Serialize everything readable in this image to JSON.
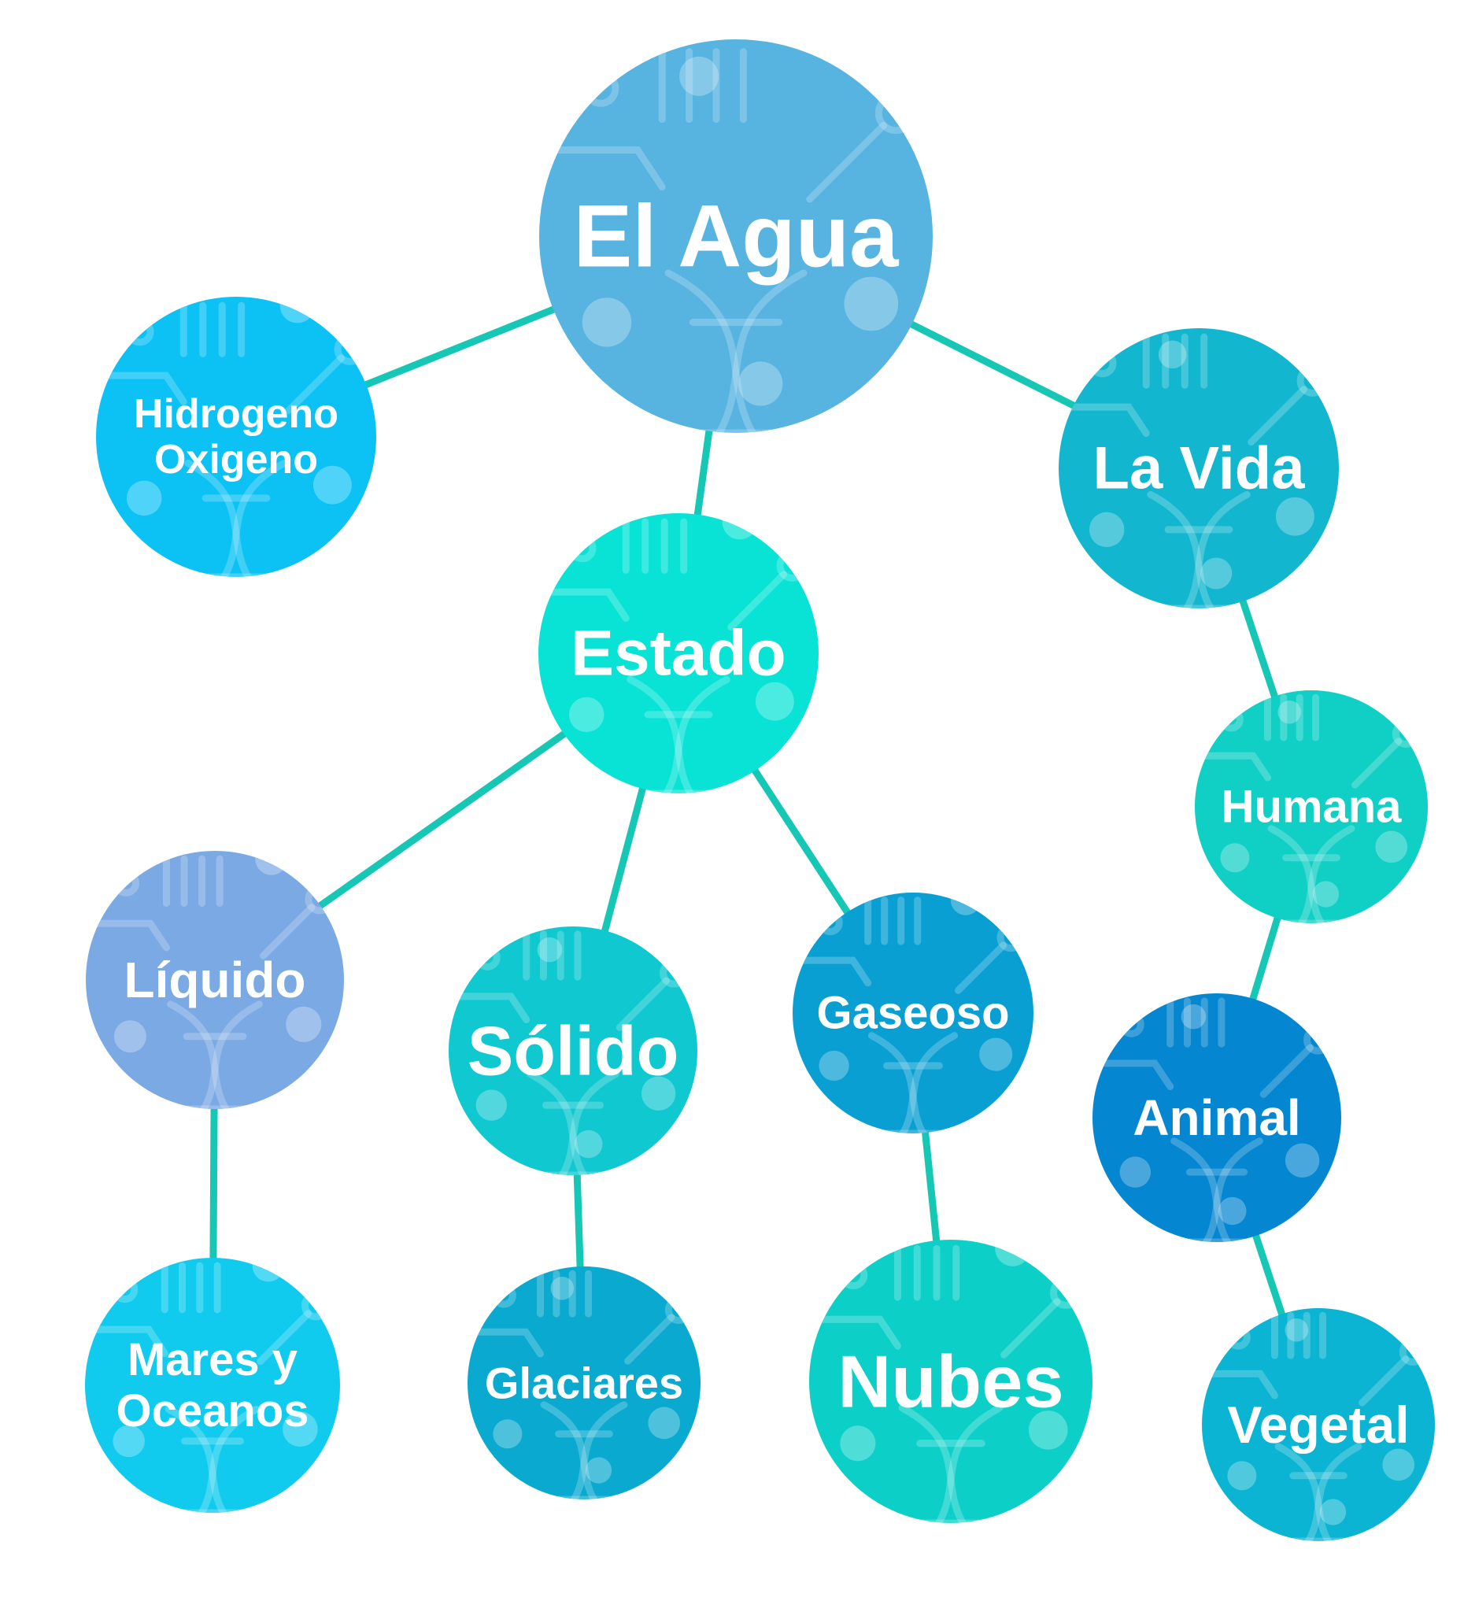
{
  "concept_map": {
    "nodes": [
      {
        "id": "agua",
        "lines": [
          "El Agua"
        ],
        "color": "#57b3e0"
      },
      {
        "id": "hidrogeno",
        "lines": [
          "Hidrogeno",
          "Oxigeno"
        ],
        "color": "#0cc2f5"
      },
      {
        "id": "vida",
        "lines": [
          "La Vida"
        ],
        "color": "#13b6cf"
      },
      {
        "id": "estado",
        "lines": [
          "Estado"
        ],
        "color": "#08e3d6"
      },
      {
        "id": "humana",
        "lines": [
          "Humana"
        ],
        "color": "#10cfc5"
      },
      {
        "id": "liquido",
        "lines": [
          "Líquido"
        ],
        "color": "#7aa9e4"
      },
      {
        "id": "solido",
        "lines": [
          "Sólido"
        ],
        "color": "#0fc8d0"
      },
      {
        "id": "gaseoso",
        "lines": [
          "Gaseoso"
        ],
        "color": "#0a9fd2"
      },
      {
        "id": "animal",
        "lines": [
          "Animal"
        ],
        "color": "#0486d0"
      },
      {
        "id": "mares",
        "lines": [
          "Mares y",
          "Oceanos"
        ],
        "color": "#11cbef"
      },
      {
        "id": "glaciares",
        "lines": [
          "Glaciares"
        ],
        "color": "#0aa9cf"
      },
      {
        "id": "nubes",
        "lines": [
          "Nubes"
        ],
        "color": "#0cd0c8"
      },
      {
        "id": "vegetal",
        "lines": [
          "Vegetal"
        ],
        "color": "#0ab4d2"
      }
    ],
    "edges": [
      [
        "agua",
        "hidrogeno"
      ],
      [
        "agua",
        "estado"
      ],
      [
        "agua",
        "vida"
      ],
      [
        "estado",
        "liquido"
      ],
      [
        "estado",
        "solido"
      ],
      [
        "estado",
        "gaseoso"
      ],
      [
        "liquido",
        "mares"
      ],
      [
        "solido",
        "glaciares"
      ],
      [
        "gaseoso",
        "nubes"
      ],
      [
        "vida",
        "humana"
      ],
      [
        "humana",
        "animal"
      ],
      [
        "animal",
        "vegetal"
      ]
    ],
    "line_color": "#17c7b5"
  }
}
